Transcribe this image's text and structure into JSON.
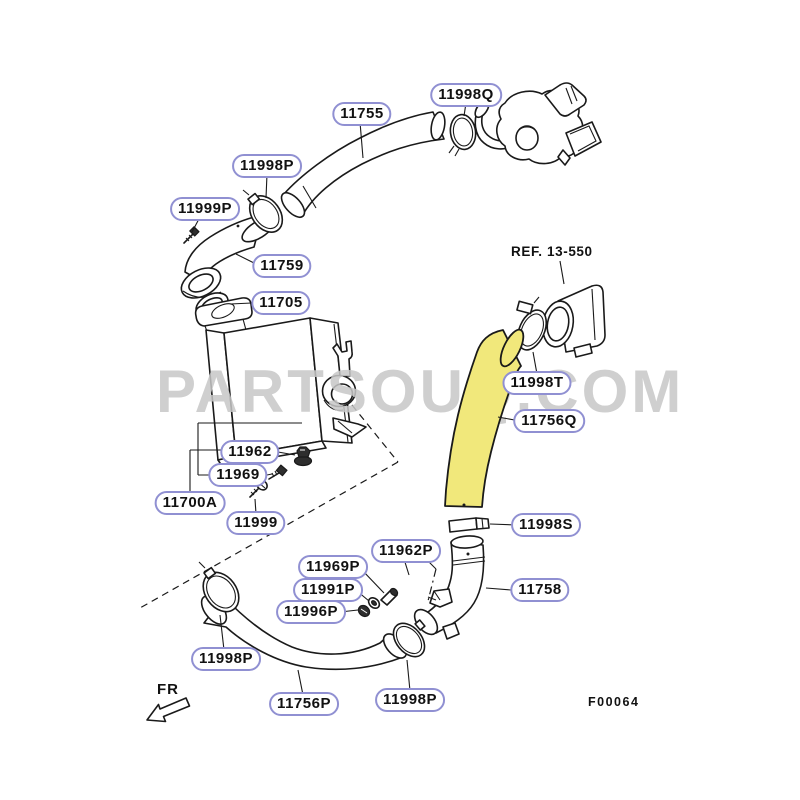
{
  "diagram": {
    "title": "Intercooler and turbo hose parts diagram",
    "watermark": "PARTSOUQ.COM",
    "figure_code": "F00064",
    "direction_label": "FR",
    "ref_label": "REF. 13-550"
  },
  "colors": {
    "label_border": "#9090d2",
    "line": "#1a1a1a",
    "highlight_yellow": "#f1e87b",
    "watermark_gray": "#c7c7c7"
  },
  "labels": [
    {
      "text": "11755"
    },
    {
      "text": "11998Q"
    },
    {
      "text": "11998P"
    },
    {
      "text": "11999P"
    },
    {
      "text": "11759"
    },
    {
      "text": "11705"
    },
    {
      "text": "11998T"
    },
    {
      "text": "11756Q"
    },
    {
      "text": "11962"
    },
    {
      "text": "11969"
    },
    {
      "text": "11700A"
    },
    {
      "text": "11999"
    },
    {
      "text": "11998S"
    },
    {
      "text": "11962P"
    },
    {
      "text": "11969P"
    },
    {
      "text": "11991P"
    },
    {
      "text": "11996P"
    },
    {
      "text": "11758"
    },
    {
      "text": "11998P"
    },
    {
      "text": "11756P"
    },
    {
      "text": "11998P"
    }
  ]
}
